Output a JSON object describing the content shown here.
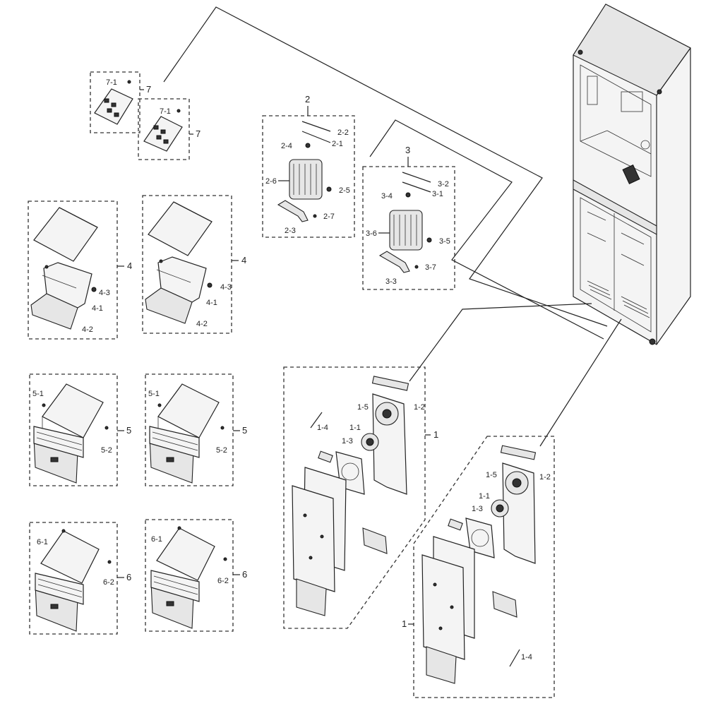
{
  "labels": {
    "l7_1a": "7-1",
    "l7a": "7",
    "l7_1b": "7-1",
    "l7b": "7",
    "l2": "2",
    "l2_2": "2-2",
    "l2_1": "2-1",
    "l2_4": "2-4",
    "l2_6": "2-6",
    "l2_5": "2-5",
    "l2_3": "2-3",
    "l2_7": "2-7",
    "l3": "3",
    "l3_2": "3-2",
    "l3_1": "3-1",
    "l3_4": "3-4",
    "l3_6": "3-6",
    "l3_5": "3-5",
    "l3_3": "3-3",
    "l3_7": "3-7",
    "l4a": "4",
    "l4_3a": "4-3",
    "l4_1a": "4-1",
    "l4_2a": "4-2",
    "l4b": "4",
    "l4_3b": "4-3",
    "l4_1b": "4-1",
    "l4_2b": "4-2",
    "l5a": "5",
    "l5_1a": "5-1",
    "l5_2a": "5-2",
    "l5b": "5",
    "l5_1b": "5-1",
    "l5_2b": "5-2",
    "l6a": "6",
    "l6_1a": "6-1",
    "l6_2a": "6-2",
    "l6b": "6",
    "l6_1b": "6-1",
    "l6_2b": "6-2",
    "l1a": "1",
    "l1_5a": "1-5",
    "l1_2a": "1-2",
    "l1_1a": "1-1",
    "l1_3a": "1-3",
    "l1_4a": "1-4",
    "l1b": "1",
    "l1_5b": "1-5",
    "l1_2b": "1-2",
    "l1_1b": "1-1",
    "l1_3b": "1-3",
    "l1_4b": "1-4"
  }
}
